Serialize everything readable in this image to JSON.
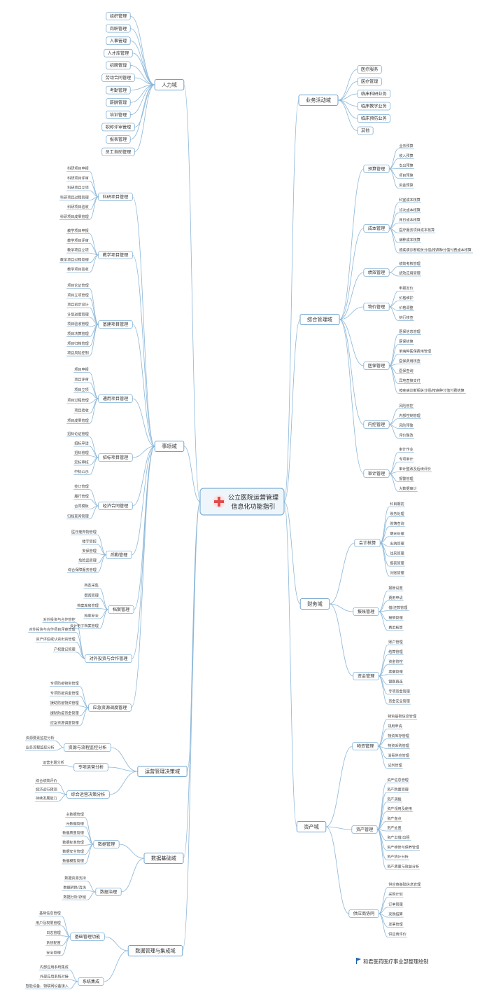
{
  "root": {
    "line1": "公立医院运营管理",
    "line2": "信息化功能指引"
  },
  "footer": "和君医药医疗事业部整理绘制",
  "left": [
    {
      "label": "人力域",
      "children": [
        {
          "label": "组织管理"
        },
        {
          "label": "岗职管理"
        },
        {
          "label": "人事管理"
        },
        {
          "label": "人才库管理"
        },
        {
          "label": "招聘管理"
        },
        {
          "label": "劳动合同管理"
        },
        {
          "label": "考勤管理"
        },
        {
          "label": "薪酬管理"
        },
        {
          "label": "培训管理"
        },
        {
          "label": "职称评审管理"
        },
        {
          "label": "报表管理"
        },
        {
          "label": "员工自助管理"
        }
      ]
    },
    {
      "label": "事项域",
      "children": [
        {
          "label": "科研项目管理",
          "children": [
            "科研项目申报",
            "科研项目评审",
            "科研项目立项",
            "科研项目过程管理",
            "科研项目验收",
            "科研项目成果管理"
          ]
        },
        {
          "label": "教学项目管理",
          "children": [
            "教学项目申报",
            "教学项目评审",
            "教学项目立项",
            "教学项目过程管理",
            "教学项目验收"
          ]
        },
        {
          "label": "基建项目管理",
          "children": [
            "项目论证管理",
            "项目立项管理",
            "项目初步设计",
            "计划进度管理",
            "项目验收管理",
            "项目决算管理",
            "项目归档管理",
            "项目风险控制"
          ]
        },
        {
          "label": "通用项目管理",
          "children": [
            "项目申报",
            "项目评审",
            "项目立项",
            "项目过程管理",
            "项目验收",
            "项目成果管理"
          ]
        },
        {
          "label": "招标项目管理",
          "children": [
            "招标论证管理",
            "招标申请",
            "招标管理",
            "定标审核",
            "中标公示"
          ]
        },
        {
          "label": "经济合同管理",
          "children": [
            "签订管理",
            "履行管理",
            "合同模板",
            "归档查询管理"
          ]
        },
        {
          "label": "后勤管理",
          "children": [
            "医疗废弃物管理",
            "楼宇管控",
            "安保管理",
            "危险品管理",
            "综合保障服务管理"
          ]
        },
        {
          "label": "档案管理",
          "children": [
            "档案采集",
            "借阅管理",
            "档案库房管理",
            "档案安全",
            "会计电子档案管理"
          ]
        },
        {
          "label": "对外投资与合作管理",
          "children": [
            "对外投资与合作管控",
            "对外投资与合作项目评审管理",
            "资产评估或认资出资管理",
            "产权登记管理"
          ]
        },
        {
          "label": "应急资源调度管理",
          "children": [
            "专项防疫物资管理",
            "专项防疫资金管理",
            "援助防疫物资管理",
            "援助防疫资金管理",
            "应急资源调度管理"
          ]
        }
      ]
    },
    {
      "label": "运营管理决策域",
      "children": [
        {
          "label": "资源与流程监控分析",
          "children": [
            "资源要素监控分析",
            "业务流程监控分析"
          ]
        },
        {
          "label": "专项运营分析",
          "children": [
            "运营主题分析"
          ]
        },
        {
          "label": "综合运营决策分析",
          "children": [
            "综合绩效评价",
            "经济运行预测",
            "持续发展能力"
          ]
        }
      ]
    },
    {
      "label": "数据基础域",
      "children": [
        {
          "label": "数据管理",
          "children": [
            "主数据管理",
            "元数据管理",
            "数据质量管理",
            "数据标准管理",
            "数据安全管理",
            "数据模型管理"
          ]
        },
        {
          "label": "数据治理",
          "children": [
            "数据资源支持",
            "数据转换/清洗",
            "数据分析/存储"
          ]
        }
      ]
    },
    {
      "label": "数据管理与集成域",
      "children": [
        {
          "label": "基础管理功能",
          "children": [
            "基础信息管理",
            "用户及权限管理",
            "日志管理",
            "系统配置",
            "安全管理"
          ]
        },
        {
          "label": "系统集成",
          "children": [
            "内部应用系统集成",
            "外部应用系统对接",
            "智能设备、物联网设备接入"
          ]
        }
      ]
    }
  ],
  "right": [
    {
      "label": "业务活动域",
      "children": [
        {
          "label": "医疗服务"
        },
        {
          "label": "医疗管理"
        },
        {
          "label": "临床科研业务"
        },
        {
          "label": "临床教学业务"
        },
        {
          "label": "临床预防业务"
        },
        {
          "label": "其他"
        }
      ]
    },
    {
      "label": "综合管理域",
      "children": [
        {
          "label": "预算管理",
          "children": [
            "业务预算",
            "收入预算",
            "支出预算",
            "项目预算",
            "资金预算"
          ]
        },
        {
          "label": "成本管理",
          "children": [
            "科室成本核算",
            "诊次成本核算",
            "床日成本核算",
            "医疗服务项目成本核算",
            "病种成本核算",
            "按疾病诊断相关分组/按病种分值付费成本核算"
          ]
        },
        {
          "label": "绩效管理",
          "children": [
            "绩效考核管理",
            "绩效应用管理"
          ]
        },
        {
          "label": "物价管理",
          "children": [
            "申报定价",
            "价格维护",
            "价格调整",
            "执行核查"
          ]
        },
        {
          "label": "医保管理",
          "children": [
            "医保信息管理",
            "医保结算",
            "单病种医保费用管理",
            "医保费用核查",
            "医保查询",
            "异地直接支付",
            "按疾病诊断相关分组/按病种分值付费结算"
          ]
        },
        {
          "label": "内控管理",
          "children": [
            "风险管控",
            "内部控制管理",
            "风险预警",
            "评价整改"
          ]
        },
        {
          "label": "审计管理",
          "children": [
            "审计作业",
            "专项审计",
            "审计整改及后续评价",
            "报警管理",
            "大数据审计"
          ]
        }
      ]
    },
    {
      "label": "财务域",
      "children": [
        {
          "label": "会计核算",
          "children": [
            "科目期初",
            "账务处理",
            "账簿查询",
            "期末处理",
            "出纳管理",
            "往来管理",
            "报表管理",
            "对账管理"
          ]
        },
        {
          "label": "报账管理",
          "children": [
            "报账设置",
            "费用申请",
            "借/还款管理",
            "报销管理",
            "费用核算"
          ]
        },
        {
          "label": "资金管理",
          "children": [
            "账户管理",
            "结算管理",
            "资金管控",
            "票据管理",
            "银医直连",
            "专项资金管理",
            "资金安全管理"
          ]
        }
      ]
    },
    {
      "label": "资产域",
      "children": [
        {
          "label": "物资管理",
          "children": [
            "物资基础信息管理",
            "领用申请",
            "物资库存管理",
            "物资采购管理",
            "消毒供应管理",
            "试剂管理"
          ]
        },
        {
          "label": "资产管理",
          "children": [
            "资产信息管理",
            "资产购置管理",
            "资产调拨",
            "资产领用及使用",
            "资产盘点",
            "资产处置",
            "资产出借/出租",
            "资产维修与保养管理",
            "资产统计分析",
            "资产质量与效益分析"
          ]
        },
        {
          "label": "供应商协同",
          "children": [
            "供应商基础信息管理",
            "采购计划",
            "订单管理",
            "采购结算",
            "发票管理",
            "供应商评价"
          ]
        }
      ]
    }
  ]
}
